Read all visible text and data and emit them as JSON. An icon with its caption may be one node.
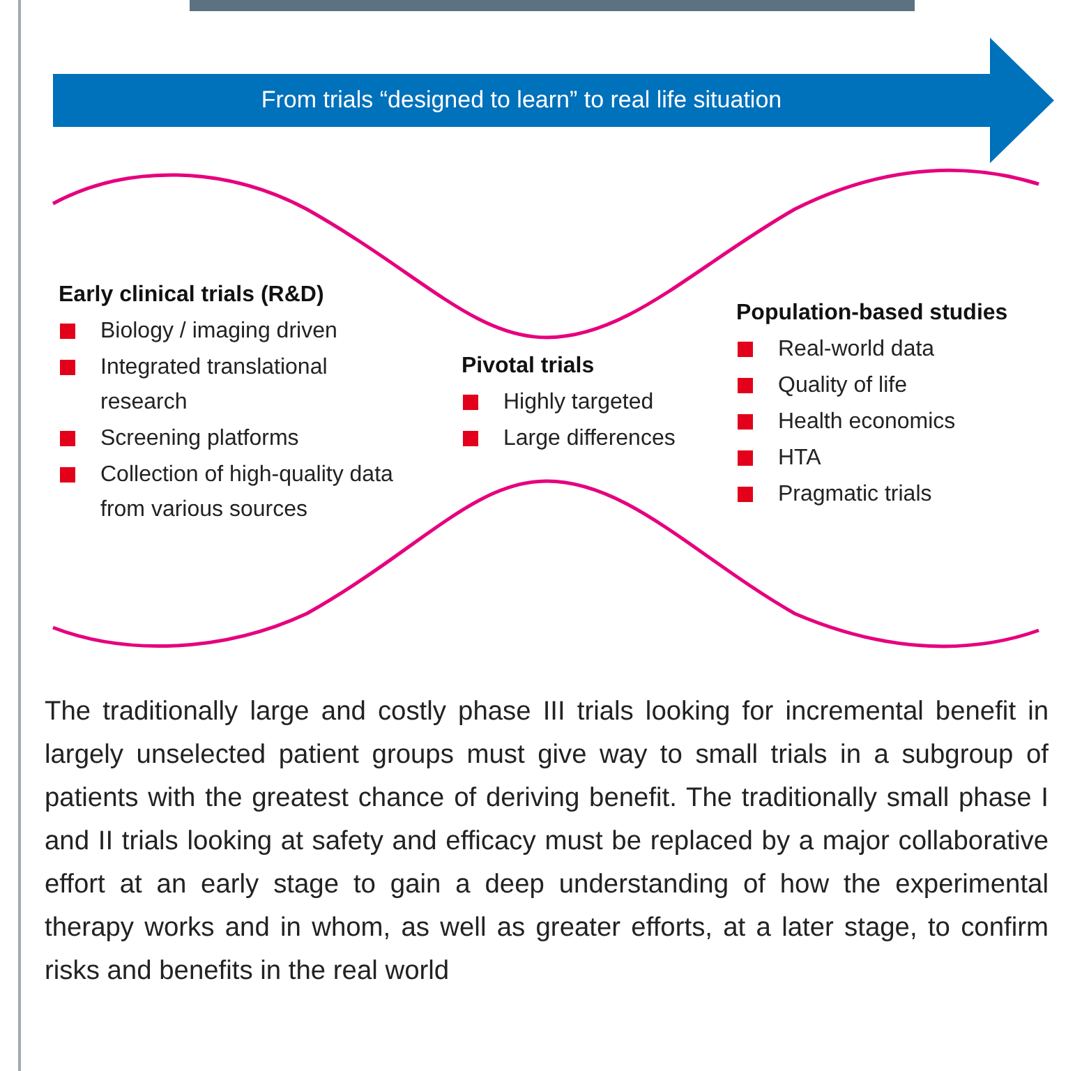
{
  "diagram": {
    "nodes": [
      {
        "text": [
          "From trials “designed to learn” to real life situation"
        ]
      }
    ],
    "labels": [
      "Early clinical trials (R&D)",
      "Biology / imaging driven",
      "Integrated translational research",
      "Screening platforms",
      "Collection of high-quality data from various sources",
      "Pivotal trials",
      "Highly targeted",
      "Large differences",
      "Population-based studies",
      "Real-world data",
      "Quality of life",
      "Health economics",
      "HTA",
      "Pragmatic trials",
      "The traditionally large and costly phase III trials looking for incremental benefit in largely unselected patient groups must give way to small trials in a subgroup of patients with the greatest chance of deriving benefit. The traditionally small phase I and II trials looking at safety and efficacy must be replaced by a major collaborative effort at an early stage to gain a deep understanding of how the experimental therapy works and in whom, as well as greater efforts, at a later stage, to confirm risks and benefits in the real world"
    ]
  }
}
